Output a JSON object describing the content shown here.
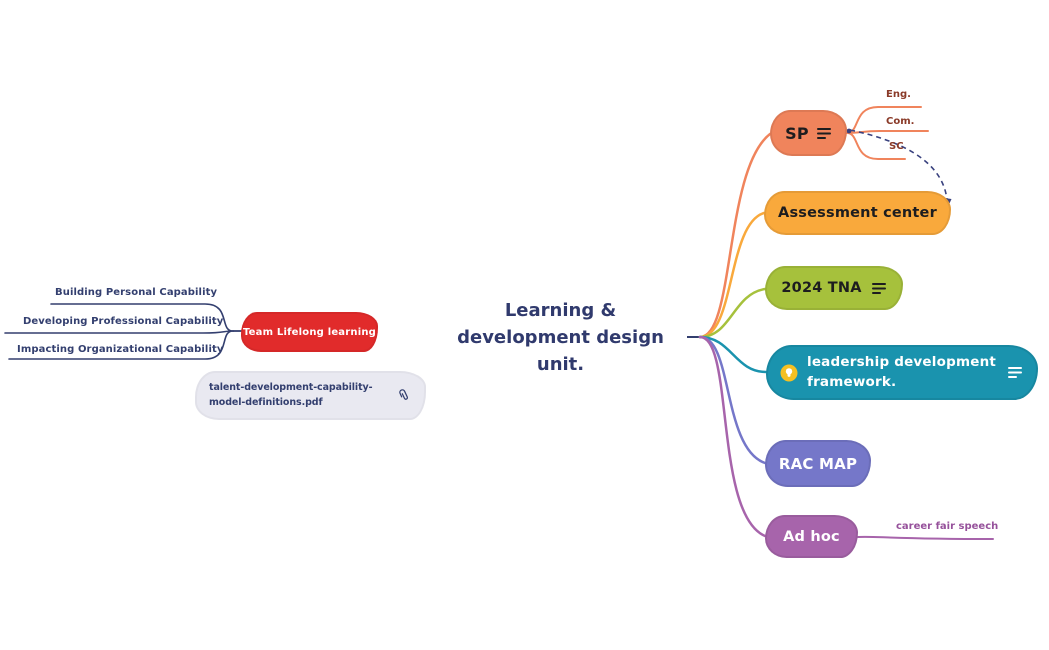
{
  "central_topic": {
    "lines": [
      "Learning &",
      "development design",
      "unit."
    ],
    "text_color": "#303a6d"
  },
  "left_branch": {
    "team_node": {
      "label": "Team Lifelong learning",
      "color": "#e12b2b"
    },
    "subtopics": [
      "Building Personal Capability",
      "Developing Professional Capability",
      "Impacting Organizational Capability"
    ],
    "attachment_node": {
      "label": "talent-development-capability-model-definitions.pdf",
      "icon": "paperclip-icon",
      "color": "#e9e9f1"
    }
  },
  "right_branches": [
    {
      "label": "SP",
      "color": "#f0845c",
      "icons": [
        "notes-icon"
      ],
      "children": [
        "Eng.",
        "Com.",
        "SC"
      ]
    },
    {
      "label": "Assessment center",
      "color": "#f9a93c"
    },
    {
      "label": "2024 TNA",
      "color": "#a6c13c",
      "icons": [
        "notes-icon"
      ]
    },
    {
      "label": "leadership development framework.",
      "color": "#1a93ae",
      "icons": [
        "idea-icon",
        "notes-icon"
      ]
    },
    {
      "label": "RAC MAP",
      "color": "#7577c9"
    },
    {
      "label": "Ad hoc",
      "color": "#a764ab",
      "children": [
        "career fair speech"
      ]
    }
  ],
  "relationship": {
    "from": "SP",
    "to": "Assessment center",
    "style": "dashed-arrow"
  },
  "colors": {
    "salmon": "#f0845c",
    "orange": "#f9a93c",
    "olive": "#a6c13c",
    "teal": "#1a93ae",
    "periwinkle": "#7577c9",
    "purple": "#a764ab",
    "red": "#e12b2b",
    "light_gray": "#e9e9f1",
    "navy": "#333f6f",
    "child_label_maroon": "#8a3a28",
    "child_label_purple": "#96519b",
    "relationship_dash": "#39417e",
    "idea_yellow": "#f5c021"
  }
}
